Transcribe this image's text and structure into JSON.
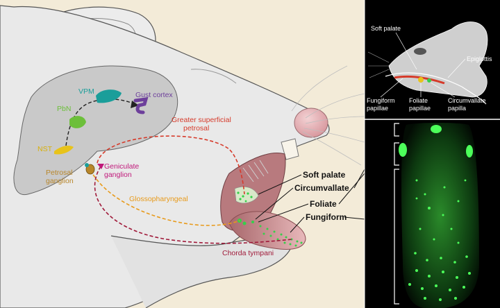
{
  "brain_labels": {
    "vpm": "VPM",
    "gust_cortex": "Gust cortex",
    "pbn": "PbN",
    "nst": "NST",
    "petrosal": [
      "Petrosal",
      "ganglion"
    ],
    "geniculate": [
      "Geniculate",
      "ganglion"
    ]
  },
  "nerve_labels": {
    "greater_superficial": [
      "Greater superficial",
      "petrosal"
    ],
    "glossopharyngeal": "Glossopharyngeal",
    "chorda_tympani": "Chorda tympani"
  },
  "papillae_labels": {
    "soft_palate": "Soft palate",
    "circumvallate": "Circumvallate",
    "foliate": "Foliate",
    "fungiform": "Fungiform"
  },
  "inset_labels": {
    "soft_palate": "Soft palate",
    "epiglottis": "Epiglottis",
    "fungiform": [
      "Fungiform",
      "papillae"
    ],
    "foliate": [
      "Foliate",
      "papillae"
    ],
    "circumvallate": [
      "Circumvallate",
      "papilla"
    ]
  },
  "colors": {
    "background": "#f3ebd8",
    "mouse_body": "#e8e8e8",
    "brain": "#c9c9c9",
    "vpm": "#1a9e9a",
    "gust_cortex": "#6d3f9b",
    "pbn": "#6cbf3a",
    "nst": "#e8c31a",
    "petrosal": "#b8862a",
    "geniculate": "#c0187a",
    "greater_superficial": "#d63a2a",
    "glossopharyngeal": "#e89a1a",
    "chorda_tympani": "#a01a3a",
    "taste_bud_green": "#36d04a",
    "inset_bg": "#000000"
  }
}
